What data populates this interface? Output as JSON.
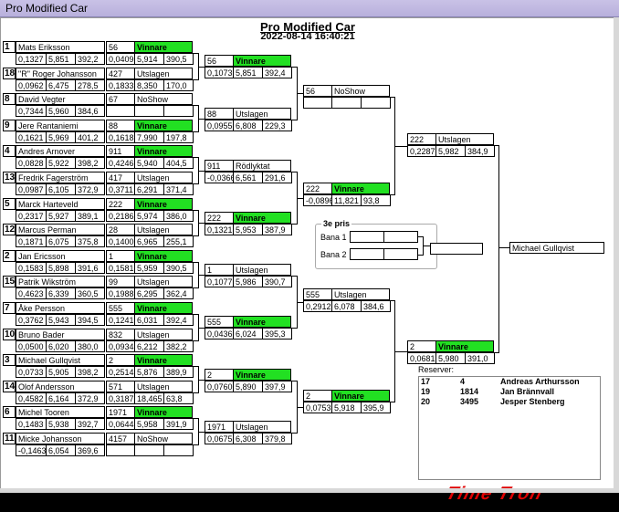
{
  "window": {
    "title": "Pro Modified Car"
  },
  "header": {
    "title": "Pro Modified Car",
    "datetime": "2022-08-14 16:40:21"
  },
  "r1": [
    {
      "seed": "1",
      "name": "Mats Eriksson",
      "rt": "0,1327",
      "et": "5,851",
      "spd": "392,2"
    },
    {
      "seed": "18",
      "name": "\"R\" Roger Johansson",
      "rt": "0,0962",
      "et": "6,475",
      "spd": "278,5"
    },
    {
      "seed": "8",
      "name": "David Vegter",
      "rt": "0,7344",
      "et": "5,960",
      "spd": "384,6"
    },
    {
      "seed": "9",
      "name": "Jere Rantaniemi",
      "rt": "0,1621",
      "et": "5,969",
      "spd": "401,2"
    },
    {
      "seed": "4",
      "name": "Andres Arnover",
      "rt": "0,0828",
      "et": "5,922",
      "spd": "398,2"
    },
    {
      "seed": "13",
      "name": "Fredrik Fagerström",
      "rt": "0,0987",
      "et": "6,105",
      "spd": "372,9"
    },
    {
      "seed": "5",
      "name": "Marck Harteveld",
      "rt": "0,2317",
      "et": "5,927",
      "spd": "389,1"
    },
    {
      "seed": "12",
      "name": "Marcus Perman",
      "rt": "0,1871",
      "et": "6,075",
      "spd": "375,8"
    },
    {
      "seed": "2",
      "name": "Jan Ericsson",
      "rt": "0,1583",
      "et": "5,898",
      "spd": "391,6"
    },
    {
      "seed": "15",
      "name": "Patrik Wikström",
      "rt": "0,4623",
      "et": "6,339",
      "spd": "360,5"
    },
    {
      "seed": "7",
      "name": "Åke Persson",
      "rt": "0,3762",
      "et": "5,943",
      "spd": "394,5"
    },
    {
      "seed": "10",
      "name": "Bruno Bader",
      "rt": "0,0500",
      "et": "6,020",
      "spd": "380,0"
    },
    {
      "seed": "3",
      "name": "Michael Gullqvist",
      "rt": "0,0733",
      "et": "5,905",
      "spd": "398,2"
    },
    {
      "seed": "14",
      "name": "Olof Andersson",
      "rt": "0,4582",
      "et": "6,164",
      "spd": "372,9"
    },
    {
      "seed": "6",
      "name": "Michel Tooren",
      "rt": "0,1483",
      "et": "5,938",
      "spd": "392,7"
    },
    {
      "seed": "11",
      "name": "Micke Johansson",
      "rt": "-0,1463",
      "et": "6,054",
      "spd": "369,6"
    }
  ],
  "r1_results": [
    {
      "num": "56",
      "status": "Vinnare",
      "rt": "0,0409",
      "et": "5,914",
      "spd": "390,5",
      "win": true
    },
    {
      "num": "427",
      "status": "Utslagen",
      "rt": "0,1833",
      "et": "8,350",
      "spd": "170,0",
      "win": false
    },
    {
      "num": "67",
      "status": "NoShow",
      "rt": "",
      "et": "",
      "spd": "",
      "win": false
    },
    {
      "num": "88",
      "status": "Vinnare",
      "rt": "0,1618",
      "et": "7,990",
      "spd": "197,8",
      "win": true
    },
    {
      "num": "911",
      "status": "Vinnare",
      "rt": "0,4246",
      "et": "5,940",
      "spd": "404,5",
      "win": true
    },
    {
      "num": "417",
      "status": "Utslagen",
      "rt": "0,3711",
      "et": "6,291",
      "spd": "371,4",
      "win": false
    },
    {
      "num": "222",
      "status": "Vinnare",
      "rt": "0,2186",
      "et": "5,974",
      "spd": "386,0",
      "win": true
    },
    {
      "num": "28",
      "status": "Utslagen",
      "rt": "0,1400",
      "et": "6,965",
      "spd": "255,1",
      "win": false
    },
    {
      "num": "1",
      "status": "Vinnare",
      "rt": "0,1581",
      "et": "5,959",
      "spd": "390,5",
      "win": true
    },
    {
      "num": "99",
      "status": "Utslagen",
      "rt": "0,1988",
      "et": "6,295",
      "spd": "362,4",
      "win": false
    },
    {
      "num": "555",
      "status": "Vinnare",
      "rt": "0,1241",
      "et": "6,031",
      "spd": "392,4",
      "win": true
    },
    {
      "num": "832",
      "status": "Utslagen",
      "rt": "0,0934",
      "et": "6,212",
      "spd": "382,2",
      "win": false
    },
    {
      "num": "2",
      "status": "Vinnare",
      "rt": "0,2514",
      "et": "5,876",
      "spd": "389,9",
      "win": true
    },
    {
      "num": "571",
      "status": "Utslagen",
      "rt": "0,3187",
      "et": "18,465",
      "spd": "63,8",
      "win": false
    },
    {
      "num": "1971",
      "status": "Vinnare",
      "rt": "0,0644",
      "et": "5,958",
      "spd": "391,9",
      "win": true
    },
    {
      "num": "4157",
      "status": "NoShow",
      "rt": "",
      "et": "",
      "spd": "",
      "win": false
    }
  ],
  "r2": [
    {
      "num": "56",
      "status": "Vinnare",
      "rt": "0,1073",
      "et": "5,851",
      "spd": "392,4",
      "win": true
    },
    {
      "num": "88",
      "status": "Utslagen",
      "rt": "0,0955",
      "et": "6,808",
      "spd": "229,3",
      "win": false
    },
    {
      "num": "911",
      "status": "Rödlyktat",
      "rt": "-0,0366",
      "et": "6,561",
      "spd": "291,6",
      "win": false
    },
    {
      "num": "222",
      "status": "Vinnare",
      "rt": "0,1321",
      "et": "5,953",
      "spd": "387,9",
      "win": true
    },
    {
      "num": "1",
      "status": "Utslagen",
      "rt": "0,1077",
      "et": "5,986",
      "spd": "390,7",
      "win": false
    },
    {
      "num": "555",
      "status": "Vinnare",
      "rt": "0,0436",
      "et": "6,024",
      "spd": "395,3",
      "win": true
    },
    {
      "num": "2",
      "status": "Vinnare",
      "rt": "0,0760",
      "et": "5,890",
      "spd": "397,9",
      "win": true
    },
    {
      "num": "1971",
      "status": "Utslagen",
      "rt": "0,0675",
      "et": "6,308",
      "spd": "379,8",
      "win": false
    }
  ],
  "r3": [
    {
      "num": "56",
      "status": "NoShow",
      "rt": "",
      "et": "",
      "spd": "",
      "win": false
    },
    {
      "num": "222",
      "status": "Vinnare",
      "rt": "-0,0896",
      "et": "11,821",
      "spd": "93,8",
      "win": true
    },
    {
      "num": "555",
      "status": "Utslagen",
      "rt": "0,2912",
      "et": "6,078",
      "spd": "384,6",
      "win": false
    },
    {
      "num": "2",
      "status": "Vinnare",
      "rt": "0,0753",
      "et": "5,918",
      "spd": "395,9",
      "win": true
    }
  ],
  "r4": [
    {
      "num": "222",
      "status": "Utslagen",
      "rt": "0,2287",
      "et": "5,982",
      "spd": "384,9",
      "win": false
    },
    {
      "num": "2",
      "status": "Vinnare",
      "rt": "0,0681",
      "et": "5,980",
      "spd": "391,0",
      "win": true
    }
  ],
  "champion": "Michael Gullqvist",
  "third_place": {
    "title": "3e pris",
    "lane1": "Bana 1",
    "lane2": "Bana 2"
  },
  "reserves": {
    "title": "Reserver:",
    "rows": [
      {
        "pos": "17",
        "num": "4",
        "name": "Andreas Arthursson"
      },
      {
        "pos": "19",
        "num": "1814",
        "name": "Jan Brännvall"
      },
      {
        "pos": "20",
        "num": "3495",
        "name": "Jesper Stenberg"
      }
    ]
  },
  "logo_text": "Time Tron",
  "colors": {
    "winner": "#22e022",
    "titlebar": "#c0b8e2"
  }
}
